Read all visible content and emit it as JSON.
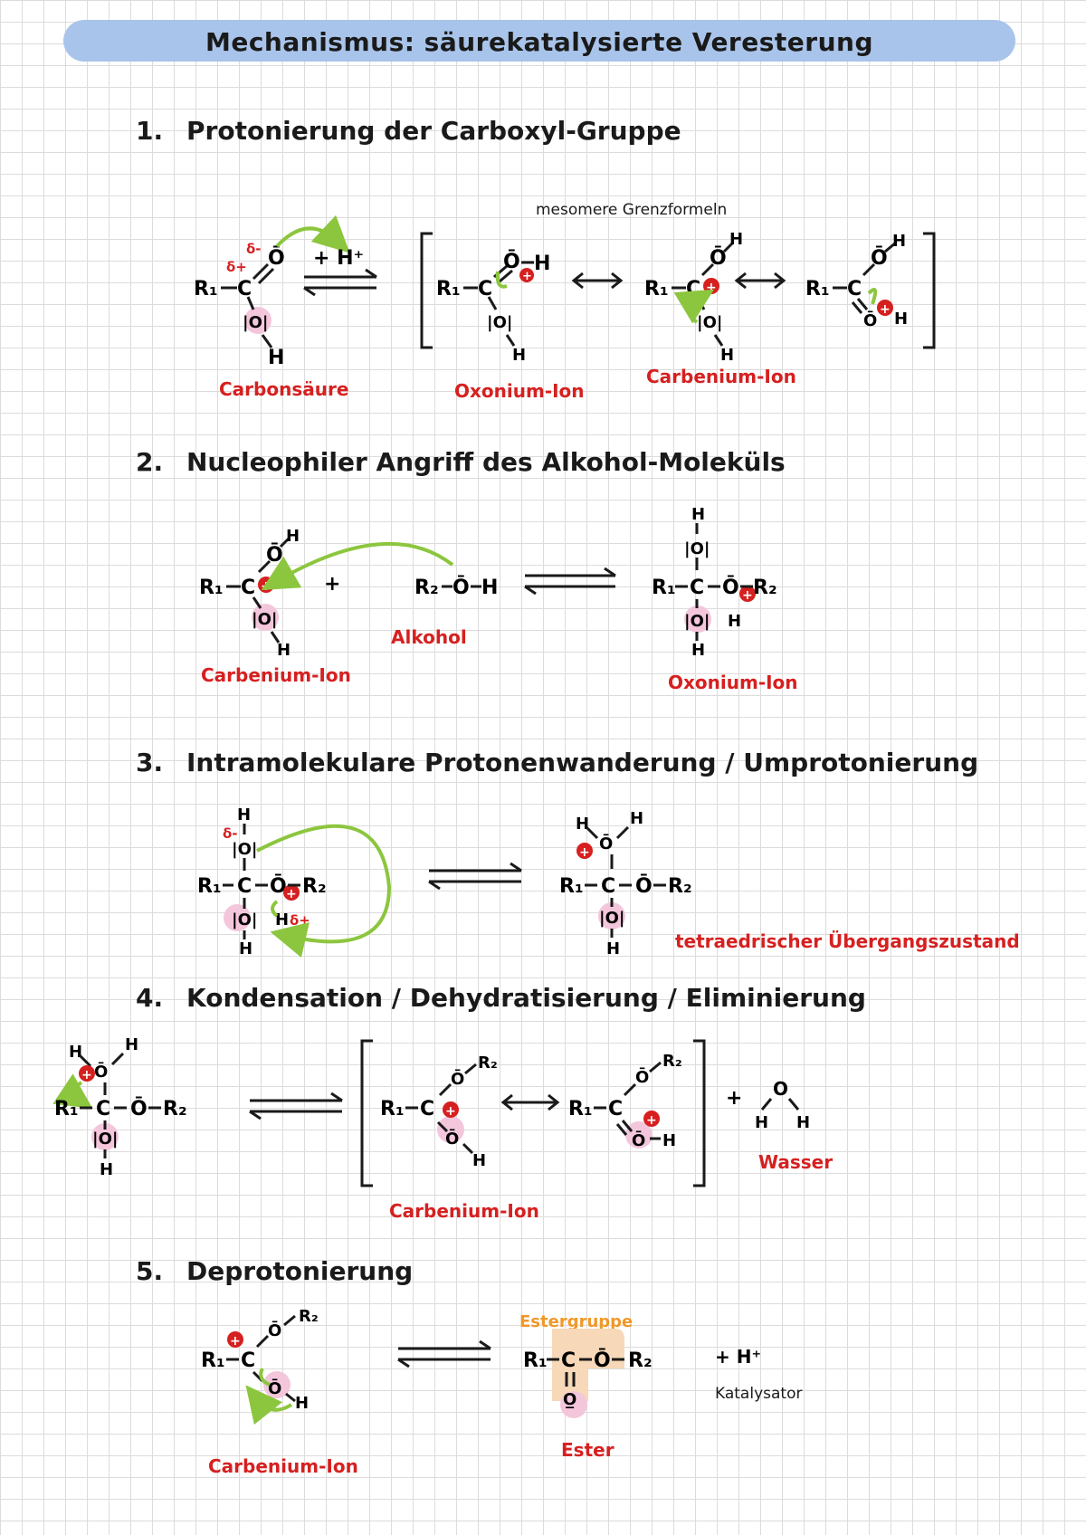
{
  "title": "Mechanismus:  säurekatalysierte Veresterung",
  "steps": [
    {
      "num": "1.",
      "text": "Protonierung der Carboxyl-Gruppe"
    },
    {
      "num": "2.",
      "text": "Nucleophiler Angriff des Alkohol-Moleküls"
    },
    {
      "num": "3.",
      "text": "Intramolekulare Protonenwanderung / Umprotonierung"
    },
    {
      "num": "4.",
      "text": "Kondensation / Dehydratisierung / Eliminierung"
    },
    {
      "num": "5.",
      "text": "Deprotonierung"
    }
  ],
  "labels": {
    "mesomere": "mesomere Grenzformeln",
    "carbonsaeure": "Carbonsäure",
    "oxonium1": "Oxonium-Ion",
    "carbenium1": "Carbenium-Ion",
    "carbenium2": "Carbenium-Ion",
    "alkohol": "Alkohol",
    "oxonium2": "Oxonium-Ion",
    "tetraedrisch": "tetraedrischer Übergangszustand",
    "carbenium4": "Carbenium-Ion",
    "wasser": "Wasser",
    "estergruppe": "Estergruppe",
    "ester": "Ester",
    "katalysator": "Katalysator",
    "carbenium5": "Carbenium-Ion"
  },
  "chem": {
    "r1": "R₁",
    "r2": "R₂",
    "c": "C",
    "o_bar": "Ō",
    "o_lone": "|O|",
    "h": "H",
    "h_plus": "+ H⁺",
    "plus": "+",
    "h2o_o": "O",
    "delta_minus": "δ-",
    "delta_plus": "δ+",
    "ester_o": "O",
    "o_under": "O̲"
  },
  "colors": {
    "title_bar": "#a9c4ea",
    "red": "#d62020",
    "green": "#8cc63e",
    "pink": "#f4c6dc",
    "orange": "#f0982a"
  }
}
